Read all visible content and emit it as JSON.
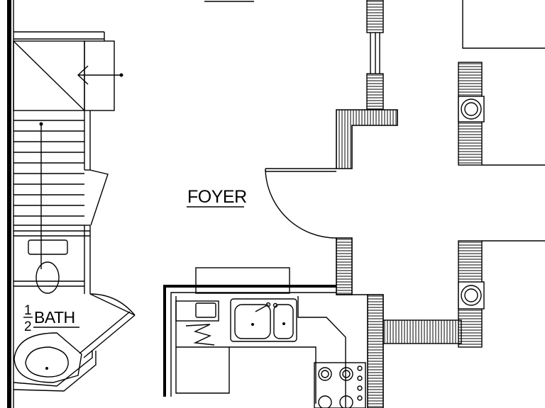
{
  "plan": {
    "rooms": {
      "foyer": "FOYER",
      "half_bath_numerator": "1",
      "half_bath_denominator": "2",
      "half_bath_name": "BATH"
    }
  }
}
